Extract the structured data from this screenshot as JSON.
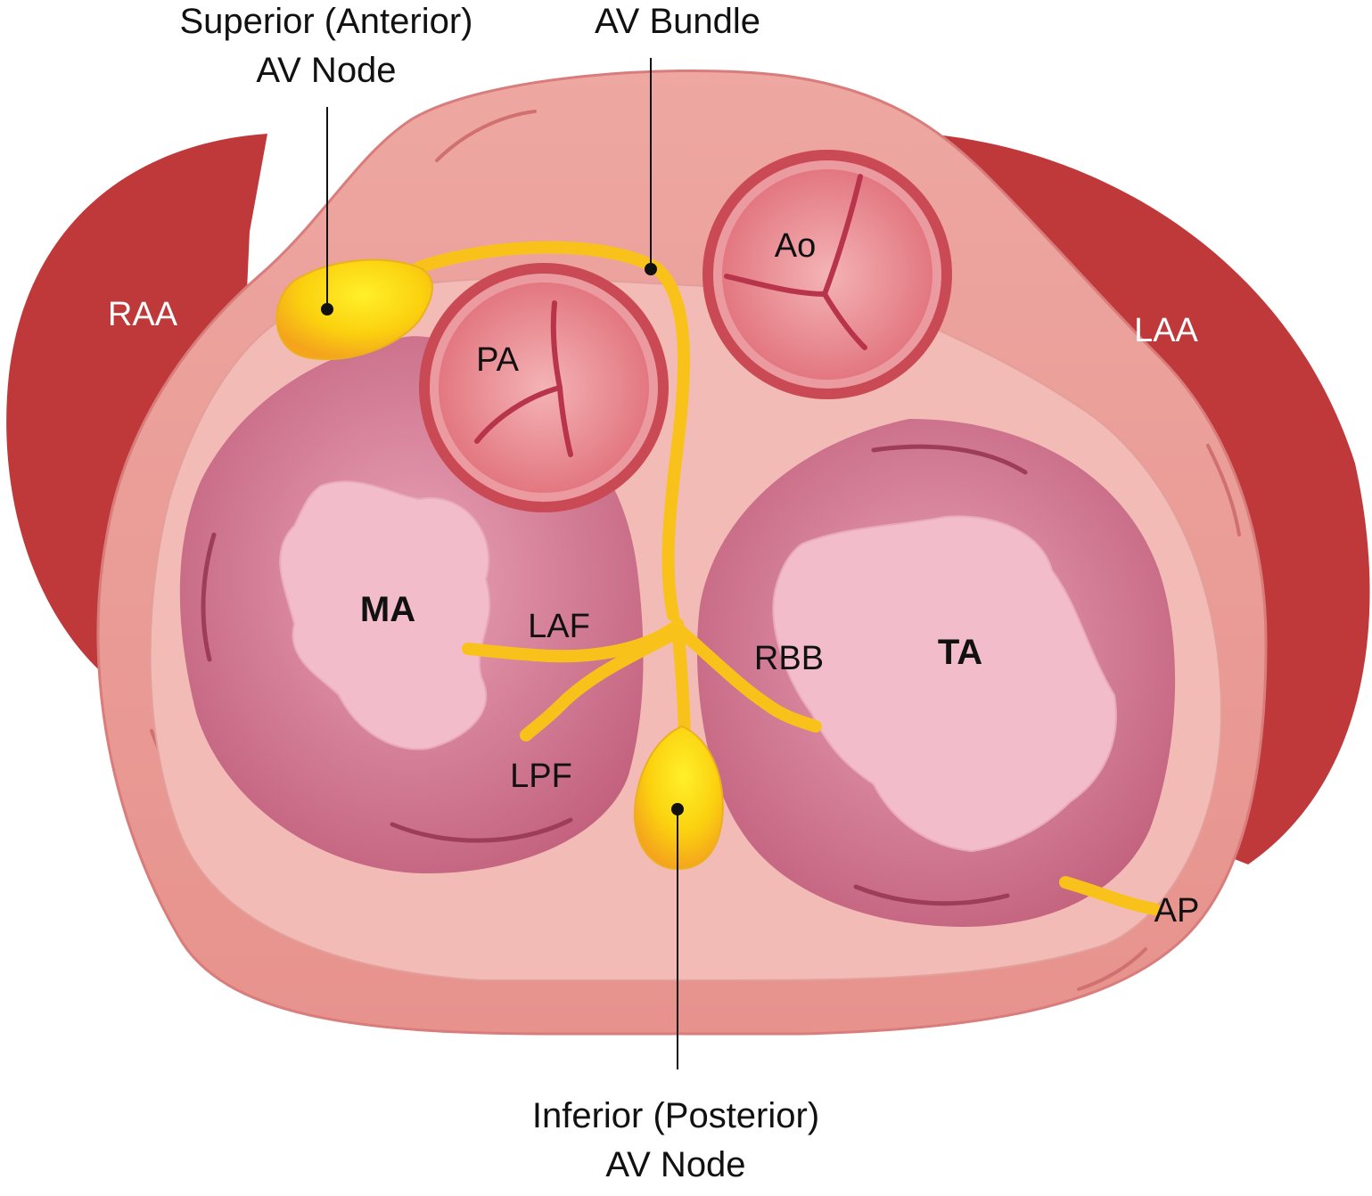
{
  "labels": {
    "superior_node_line1": "Superior (Anterior)",
    "superior_node_line2": "AV Node",
    "av_bundle": "AV Bundle",
    "inferior_node_line1": "Inferior (Posterior)",
    "inferior_node_line2": "AV Node",
    "raa": "RAA",
    "laa": "LAA",
    "pa": "PA",
    "ao": "Ao",
    "ma": "MA",
    "ta": "TA",
    "laf": "LAF",
    "lpf": "LPF",
    "rbb": "RBB",
    "ap": "AP"
  },
  "colors": {
    "appendage": "#c0393a",
    "outer_tissue": "#eba49d",
    "inner_ring": "#f3bbb6",
    "valve_ring": "#c94a55",
    "valve_fill": "#e9848a",
    "annulus_outer": "#c86d86",
    "annulus_inner": "#f2bccb",
    "conduction": "#f9c21a",
    "node": "#f9d40e"
  }
}
